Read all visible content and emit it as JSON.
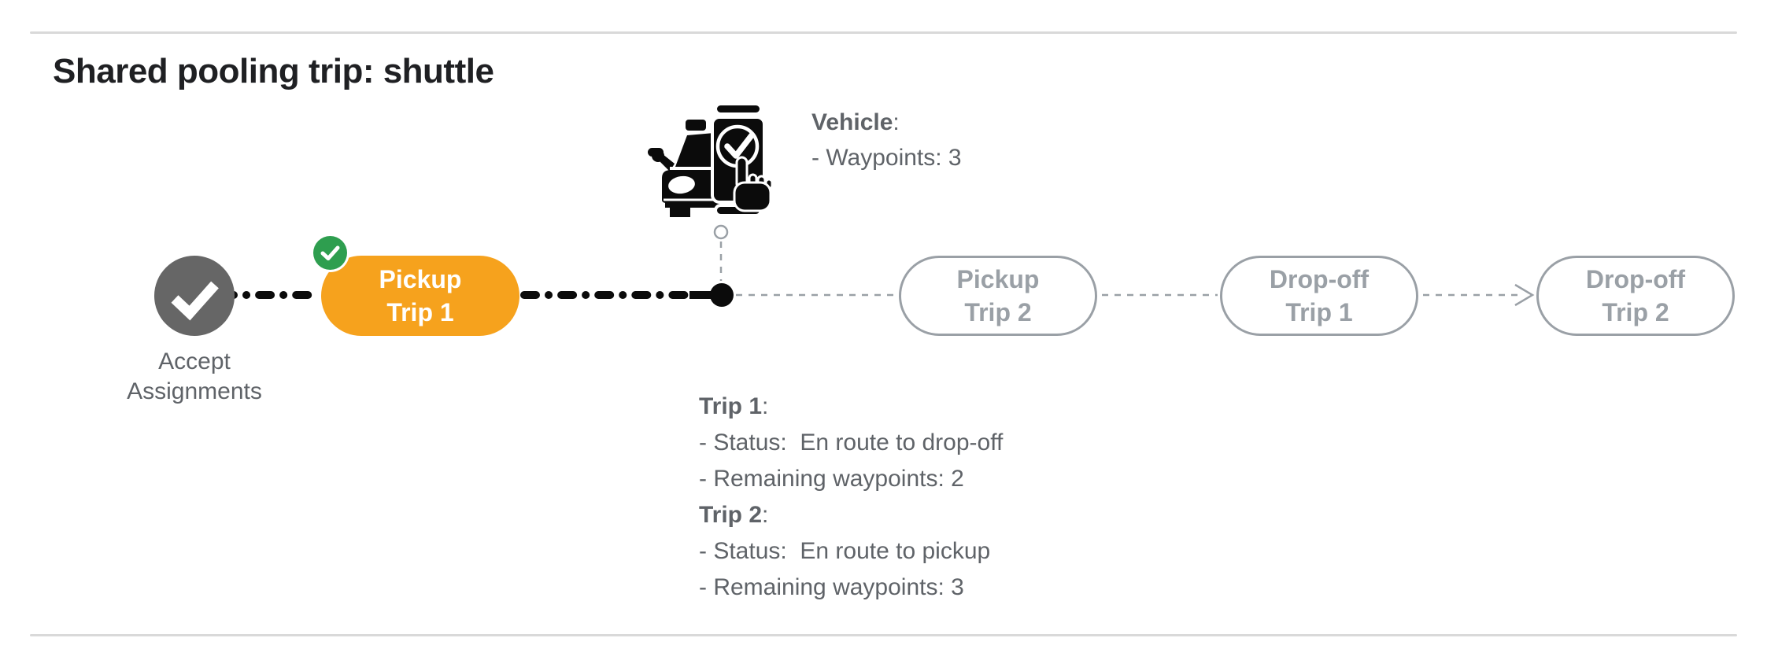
{
  "page": {
    "title": "Shared pooling trip: shuttle"
  },
  "colors": {
    "active_orange": "#F6A21D",
    "success_green": "#2E9E4F",
    "completed_gray": "#666666",
    "pending_gray": "#9AA0A6",
    "text_gray": "#5F6368",
    "title_color": "#1F2023",
    "connector_black": "#0B0B0B",
    "divider_gray": "#D9D9D9"
  },
  "icons": {
    "accept_node": "checkmark-icon",
    "pickup_trip_1_badge": "checkmark-icon",
    "vehicle": "vehicle-phone-check-icon",
    "last_connector": "arrow-right-icon",
    "current_position": "filled-dot",
    "vehicle_anchor": "open-circle"
  },
  "vehicle_info": {
    "label": "Vehicle",
    "colon": ":",
    "waypoints_line": "- Waypoints: 3"
  },
  "timeline": {
    "accept_node": {
      "label": "Accept Assignments",
      "state": "completed"
    },
    "pills": [
      {
        "id": "pickup-trip-1",
        "line1": "Pickup",
        "line2": "Trip 1",
        "state": "completed"
      },
      {
        "id": "pickup-trip-2",
        "line1": "Pickup",
        "line2": "Trip 2",
        "state": "upcoming"
      },
      {
        "id": "dropoff-trip-1",
        "line1": "Drop-off",
        "line2": "Trip 1",
        "state": "upcoming"
      },
      {
        "id": "dropoff-trip-2",
        "line1": "Drop-off",
        "line2": "Trip 2",
        "state": "upcoming"
      }
    ]
  },
  "trip_info": [
    {
      "label": "Trip 1",
      "colon": ":",
      "status_line": "- Status:  En route to drop-off",
      "remaining_line": "- Remaining waypoints: 2"
    },
    {
      "label": "Trip 2",
      "colon": ":",
      "status_line": "- Status:  En route to pickup",
      "remaining_line": "- Remaining waypoints: 3"
    }
  ]
}
